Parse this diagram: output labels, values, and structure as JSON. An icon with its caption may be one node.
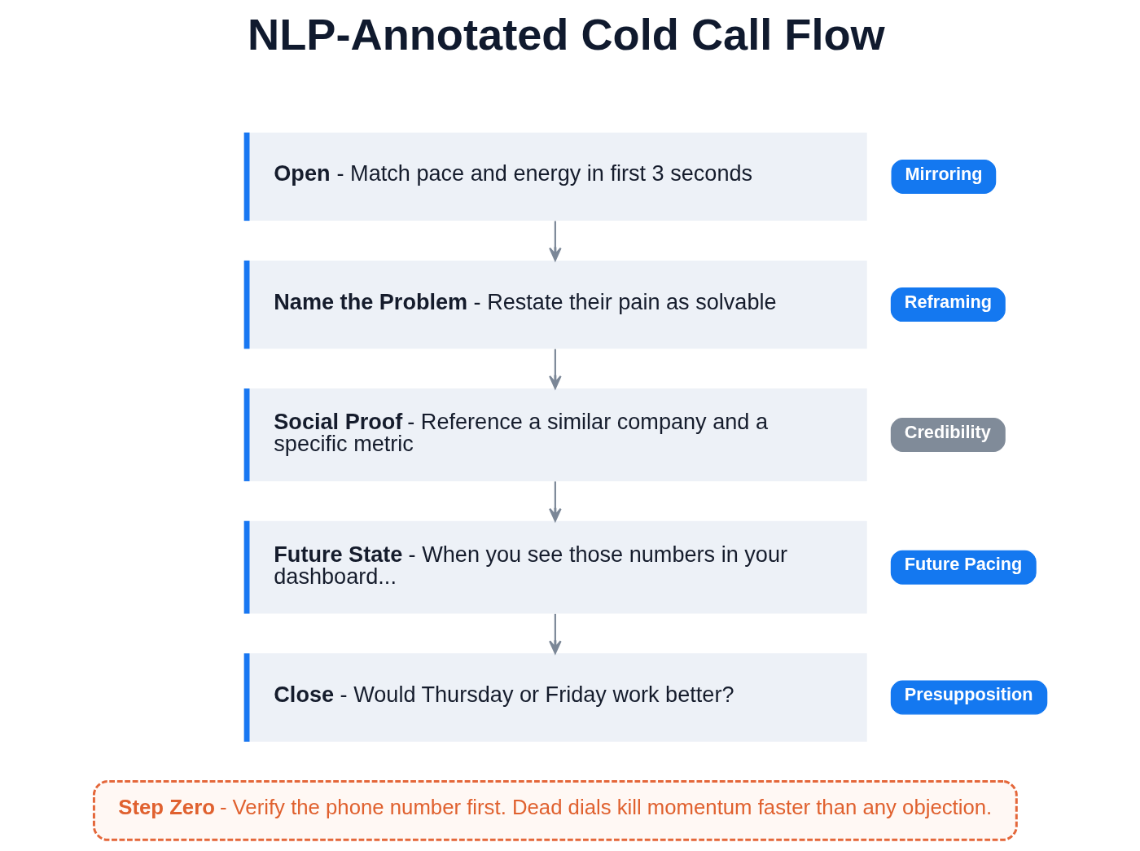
{
  "diagram": {
    "title": "NLP-Annotated Cold Call Flow",
    "nodes": [
      {
        "text": [
          "**Open** - Match pace and energy in first 3 seconds"
        ]
      },
      {
        "text": [
          "Mirroring"
        ]
      },
      {
        "text": [
          "**Name the Problem** - Restate their pain as solvable"
        ]
      },
      {
        "text": [
          "Reframing"
        ]
      },
      {
        "text": [
          "**Social Proof** - Reference a similar company and a specific metric"
        ]
      },
      {
        "text": [
          "Credibility"
        ]
      },
      {
        "text": [
          "**Future State** - When you see those numbers in your dashboard..."
        ]
      },
      {
        "text": [
          "Future Pacing"
        ]
      },
      {
        "text": [
          "**Close** - Would Thursday or Friday work better?"
        ]
      },
      {
        "text": [
          "Presupposition"
        ]
      },
      {
        "text": [
          "**Step Zero** - Verify the phone number first. Dead dials kill momentum faster than any objection."
        ]
      }
    ],
    "edges": [
      {
        "from": 0,
        "to": 2,
        "arrow": "to"
      },
      {
        "from": 2,
        "to": 4,
        "arrow": "to"
      },
      {
        "from": 4,
        "to": 6,
        "arrow": "to"
      },
      {
        "from": 6,
        "to": 8,
        "arrow": "to"
      }
    ]
  }
}
